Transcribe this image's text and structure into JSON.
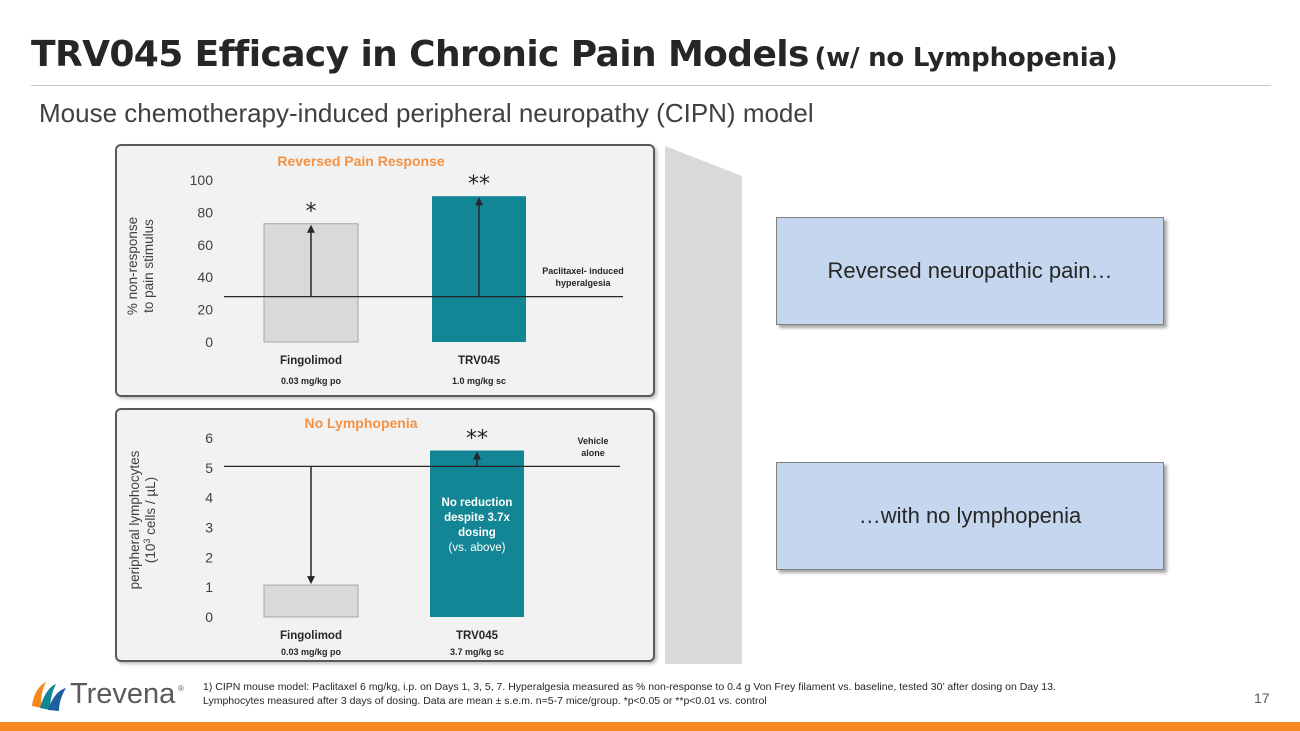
{
  "header": {
    "title_main": "TRV045 Efficacy in Chronic Pain Models",
    "title_sub": "(w/ no Lymphopenia)",
    "subtitle": "Mouse chemotherapy-induced peripheral neuropathy (CIPN) model"
  },
  "chart_data": [
    {
      "type": "bar",
      "title": "Reversed Pain Response",
      "ylabel_line1": "% non-response",
      "ylabel_line2": "to pain stimulus",
      "ylim": [
        0,
        100
      ],
      "yticks": [
        "0",
        "20",
        "40",
        "60",
        "80",
        "100"
      ],
      "categories": [
        "Fingolimod",
        "TRV045"
      ],
      "doses": [
        "0.03 mg/kg po",
        "1.0 mg/kg sc"
      ],
      "values": [
        73,
        90
      ],
      "significance": [
        "*",
        "**"
      ],
      "baseline": 28,
      "baseline_label_line1": "Paclitaxel- induced",
      "baseline_label_line2": "hyperalgesia",
      "colors": [
        "#d9d9d9",
        "#138695"
      ]
    },
    {
      "type": "bar",
      "title": "No Lymphopenia",
      "ylabel_line1": "peripheral lymphocytes",
      "ylabel_line2_prefix": "(10",
      "ylabel_line2_sup": "3",
      "ylabel_line2_suffix": " cells / µL)",
      "ylim": [
        0,
        6
      ],
      "yticks": [
        "0",
        "1",
        "2",
        "3",
        "4",
        "5",
        "6"
      ],
      "categories": [
        "Fingolimod",
        "TRV045"
      ],
      "doses": [
        "0.03 mg/kg po",
        "3.7 mg/kg sc"
      ],
      "values": [
        1.07,
        5.58
      ],
      "significance": [
        "",
        "**"
      ],
      "baseline": 5.05,
      "baseline_label_line1": "Vehicle",
      "baseline_label_line2": "alone",
      "bar_annotation": [
        "No reduction",
        "despite 3.7x",
        "dosing",
        "(vs. above)"
      ],
      "colors": [
        "#d9d9d9",
        "#138695"
      ]
    }
  ],
  "callouts": {
    "top": "Reversed neuropathic pain…",
    "bottom": "…with no lymphopenia"
  },
  "footer": {
    "logo_text": "Trevena",
    "logo_reg": "®",
    "footnote_line1": "1) CIPN mouse model: Paclitaxel 6 mg/kg, i.p. on Days 1, 3, 5, 7. Hyperalgesia measured as % non-response to 0.4 g Von Frey filament vs. baseline, tested 30’ after dosing on Day 13.",
    "footnote_line2": "Lymphocytes measured after 3 days of dosing. Data are mean ± s.e.m. n=5-7 mice/group. *p<0.05 or **p<0.01 vs. control",
    "page_number": "17"
  },
  "colors": {
    "accent_orange": "#f5891f",
    "teal": "#138695",
    "title_orange": "#f39244",
    "callout_fill": "#c5d7ee"
  }
}
